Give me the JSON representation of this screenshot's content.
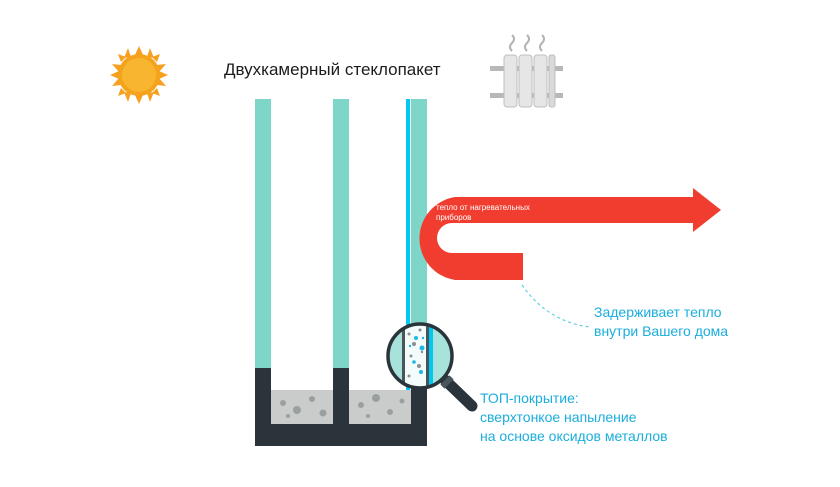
{
  "title": "Двухкамерный стеклопакет",
  "arrow": {
    "label_line1": "тепло от нагревательных",
    "label_line2": "приборов"
  },
  "notes": {
    "heat_line1": "Задерживает тепло",
    "heat_line2": "внутри Вашего дома",
    "coating_line1": "ТОП-покрытие:",
    "coating_line2": "сверхтонкое напыление",
    "coating_line3": "на основе оксидов металлов"
  },
  "colors": {
    "glass": "#7dd6c8",
    "frame": "#2a343a",
    "coating": "#00c8f0",
    "arrow": "#f13d2f",
    "sun": "#f7a020",
    "accent_text": "#1aaedd"
  },
  "icons": [
    "sun-icon",
    "radiator-icon",
    "magnifier-icon"
  ]
}
